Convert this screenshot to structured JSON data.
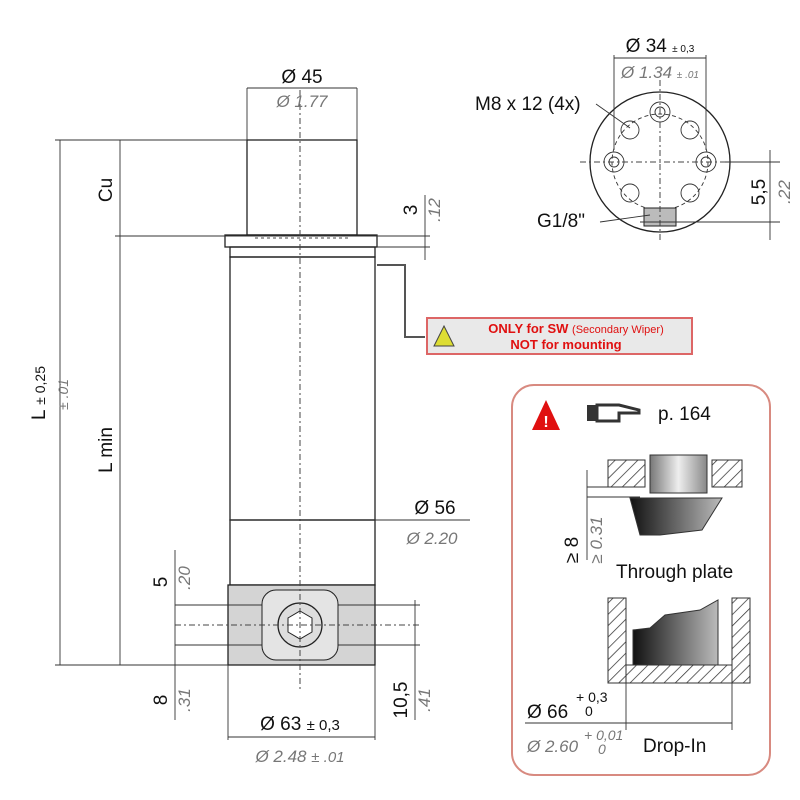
{
  "main_view": {
    "top_dia_mm": "Ø 45",
    "top_dia_in": "Ø 1.77",
    "cu_label": "Cu",
    "flange_mm": "3",
    "flange_in": ".12",
    "length_label": "L",
    "length_tol_mm": "± 0,25",
    "length_tol_in": "± .01",
    "lmin_label": "L min",
    "body_dia_mm": "Ø 56",
    "body_dia_in": "Ø 2.20",
    "h5_mm": "5",
    "h5_in": ".20",
    "h8_mm": "8",
    "h8_in": ".31",
    "h105_mm": "10,5",
    "h105_in": ".41",
    "base_dia_mm": "Ø 63",
    "base_dia_mm_tol": "± 0,3",
    "base_dia_in": "Ø 2.48",
    "base_dia_in_tol": "± .01"
  },
  "warning_box": {
    "line1": "ONLY for SW",
    "line1_note": "(Secondary Wiper)",
    "line2": "NOT for mounting"
  },
  "top_view": {
    "bolt_circle_mm": "Ø 34",
    "bolt_circle_mm_tol": "± 0,3",
    "bolt_circle_in": "Ø 1.34",
    "bolt_circle_in_tol": "± .01",
    "screws": "M8 x 12 (4x)",
    "port": "G1/8\"",
    "offset_mm": "5,5",
    "offset_in": ".22"
  },
  "mounting_box": {
    "page_ref": "p. 164",
    "through_mm": "≥ 8",
    "through_in": "≥ 0.31",
    "through_label": "Through plate",
    "drop_dia_mm": "Ø 66",
    "drop_tol_mm_plus": "+ 0,3",
    "drop_tol_mm_minus": "0",
    "drop_dia_in": "Ø 2.60",
    "drop_tol_in_plus": "+ 0,01",
    "drop_tol_in_minus": "0",
    "drop_label": "Drop-In"
  },
  "colors": {
    "warning_red": "#e01010",
    "box_border": "#d88a80"
  }
}
